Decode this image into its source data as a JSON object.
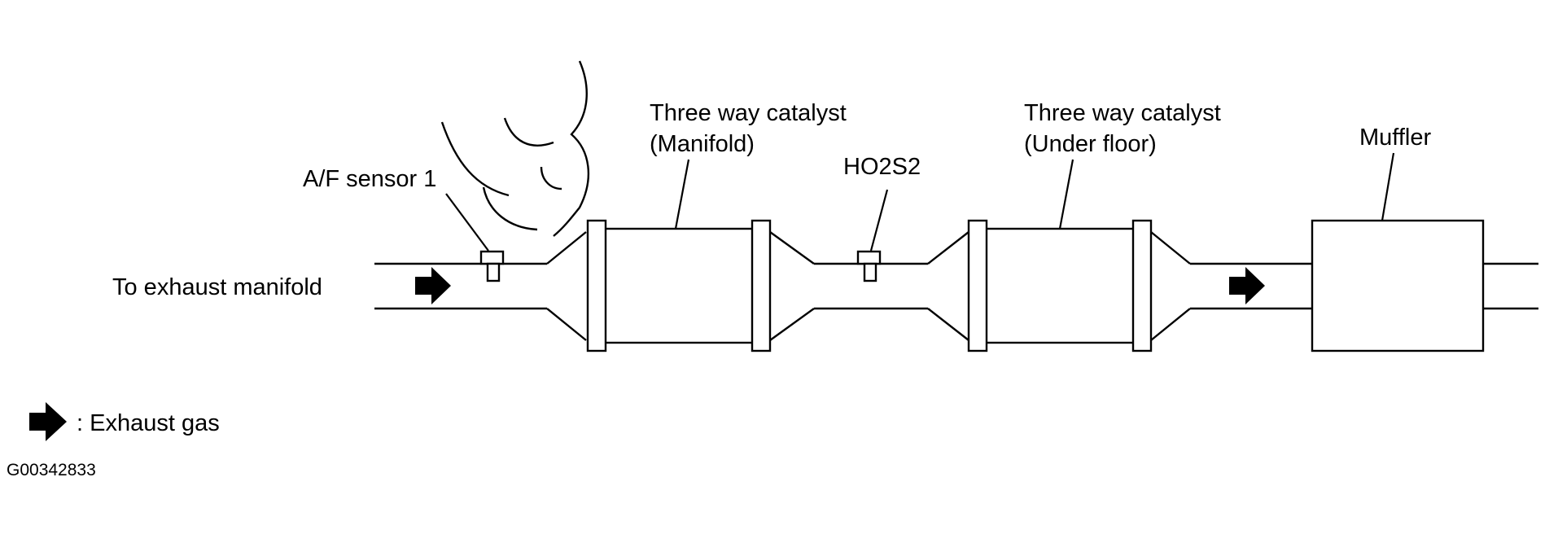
{
  "labels": {
    "to_exhaust_manifold": "To exhaust manifold",
    "af_sensor": "A/F sensor 1",
    "catalyst_manifold_line1": "Three way catalyst",
    "catalyst_manifold_line2": "(Manifold)",
    "ho2s2": "HO2S2",
    "catalyst_underfloor_line1": "Three way catalyst",
    "catalyst_underfloor_line2": "(Under floor)",
    "muffler": "Muffler"
  },
  "legend": {
    "text": ": Exhaust gas",
    "icon": "arrow-icon"
  },
  "figure_code": "G00342833",
  "colors": {
    "line": "#000000",
    "background": "#ffffff"
  }
}
